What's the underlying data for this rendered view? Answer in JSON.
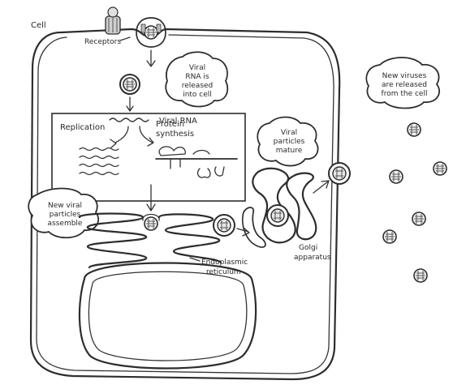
{
  "labels": {
    "cell": "Cell",
    "receptors": "Receptors",
    "viral_rna": "Viral RNA",
    "replication": "Replication",
    "protein_synthesis_line1": "Protein",
    "protein_synthesis_line2": "synthesis",
    "er_line1": "Endoplasmic",
    "er_line2": "reticulum",
    "golgi_line1": "Golgi",
    "golgi_line2": "apparatus"
  },
  "callouts": {
    "rna_released": [
      "Viral",
      "RNA is",
      "released",
      "into cell"
    ],
    "new_assemble": [
      "New viral",
      "particles",
      "assemble"
    ],
    "mature": [
      "Viral",
      "particles",
      "mature"
    ],
    "released": [
      "New viruses",
      "are released",
      "from the cell"
    ]
  }
}
